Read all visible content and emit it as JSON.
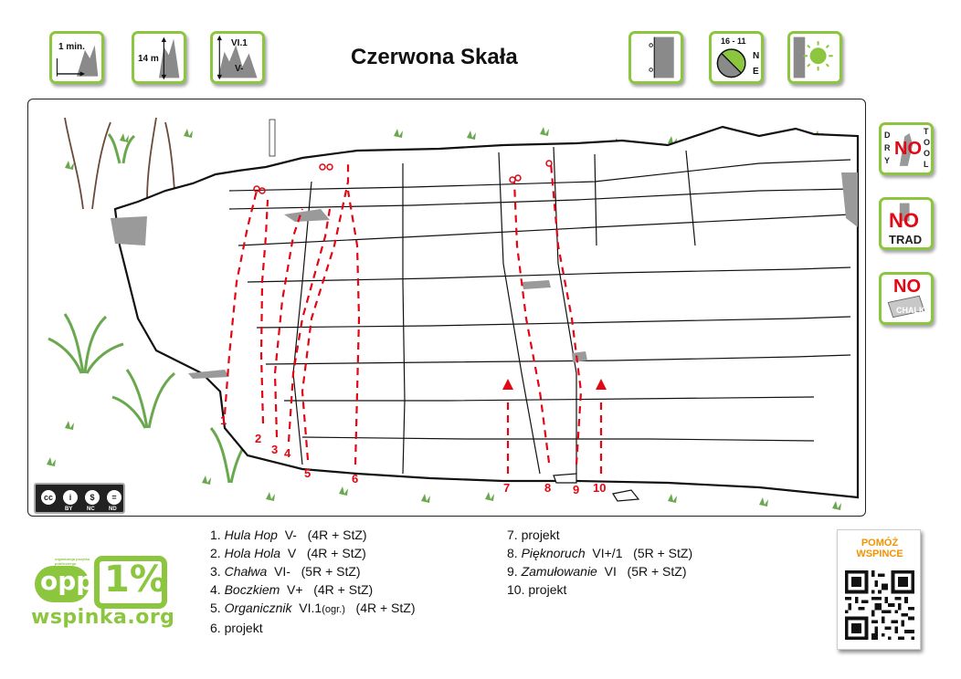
{
  "title": "Czerwona Skała",
  "info_icons": {
    "approach": "1 min.",
    "height": "14 m",
    "grade_max": "VI.1",
    "grade_min": "V-",
    "wall_type_icon": "vertical-wall-icon",
    "sun_hours": "16 - 11",
    "compass_n": "N",
    "compass_e": "E",
    "sun_icon": "sun-icon"
  },
  "restrictions": {
    "dry_tool_letters_left": [
      "D",
      "R",
      "Y"
    ],
    "dry_tool_no": "NO",
    "dry_tool_letters_right": [
      "T",
      "O",
      "O",
      "L"
    ],
    "trad_no": "NO",
    "trad_label": "TRAD",
    "chalk_no": "NO",
    "chalk_label": "CHALK"
  },
  "topo_labels": [
    "1",
    "2",
    "3",
    "4",
    "5",
    "6",
    "7",
    "8",
    "9",
    "10"
  ],
  "route_color": "#e30613",
  "license": {
    "cc": "cc",
    "by": "BY",
    "nc": "NC",
    "nd": "ND"
  },
  "routes_left": [
    {
      "num": "1.",
      "name": "Hula Hop",
      "grade": "V-",
      "grade_note": "",
      "bolts": "(4R + StZ)"
    },
    {
      "num": "2.",
      "name": "Hola Hola",
      "grade": "V",
      "grade_note": "",
      "bolts": "(4R + StZ)"
    },
    {
      "num": "3.",
      "name": "Chałwa",
      "grade": "VI-",
      "grade_note": "",
      "bolts": "(5R + StZ)"
    },
    {
      "num": "4.",
      "name": "Boczkiem",
      "grade": "V+",
      "grade_note": "",
      "bolts": "(4R + StZ)"
    },
    {
      "num": "5.",
      "name": "Organicznik",
      "grade": "VI.1",
      "grade_note": "(ogr.)",
      "bolts": "(4R + StZ)"
    },
    {
      "num": "6.",
      "name": "projekt",
      "grade": "",
      "grade_note": "",
      "bolts": ""
    }
  ],
  "routes_right": [
    {
      "num": "7.",
      "name": "projekt",
      "grade": "",
      "grade_note": "",
      "bolts": ""
    },
    {
      "num": "8.",
      "name": "Pięknoruch",
      "grade": "VI+/1",
      "grade_note": "",
      "bolts": "(5R + StZ)"
    },
    {
      "num": "9.",
      "name": "Zamułowanie",
      "grade": "VI",
      "grade_note": "",
      "bolts": "(5R + StZ)"
    },
    {
      "num": "10.",
      "name": "projekt",
      "grade": "",
      "grade_note": "",
      "bolts": ""
    }
  ],
  "footer": {
    "opp_small": "organizacja pożytku publicznego",
    "opp": "opp",
    "one_percent": "1%",
    "site": "wspinka.org",
    "help_line1": "POMÓŻ",
    "help_line2": "WSPINCE"
  },
  "colors": {
    "accent_green": "#8cc63f",
    "route_red": "#e30613",
    "help_orange": "#f39200"
  }
}
